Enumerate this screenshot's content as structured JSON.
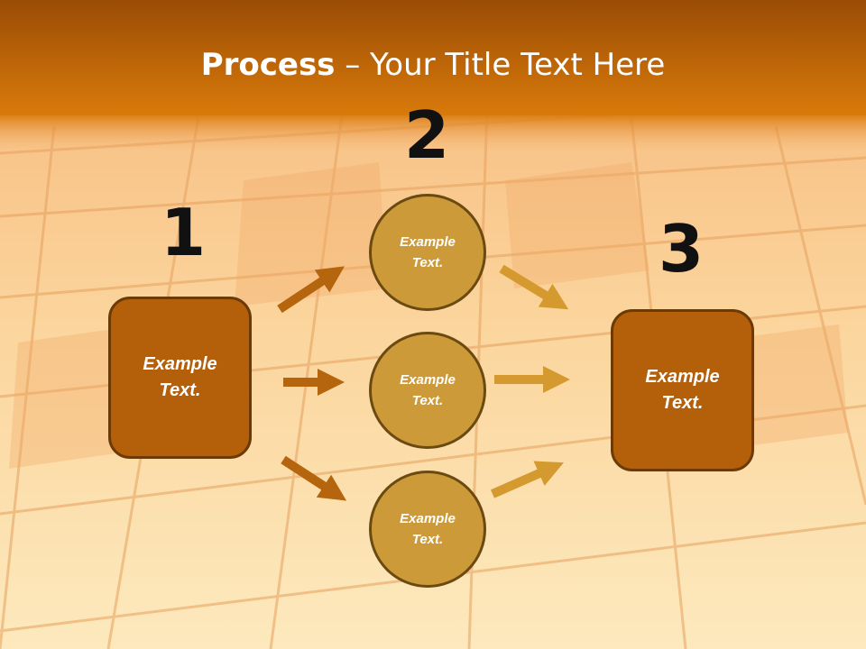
{
  "title": {
    "bold": "Process",
    "rest": " – Your Title Text Here"
  },
  "steps": {
    "one": "1",
    "two": "2",
    "three": "3"
  },
  "left_box": {
    "line1": "Example",
    "line2": "Text."
  },
  "right_box": {
    "line1": "Example",
    "line2": "Text."
  },
  "circles": [
    {
      "line1": "Example",
      "line2": "Text."
    },
    {
      "line1": "Example",
      "line2": "Text."
    },
    {
      "line1": "Example",
      "line2": "Text."
    }
  ],
  "colors": {
    "header_top": "#9a4c05",
    "header_bottom": "#d97a0a",
    "box_fill": "#b45f0a",
    "circle_fill": "#cd9a3a",
    "arrow_dark": "#b5650e",
    "arrow_light": "#d49a30"
  }
}
